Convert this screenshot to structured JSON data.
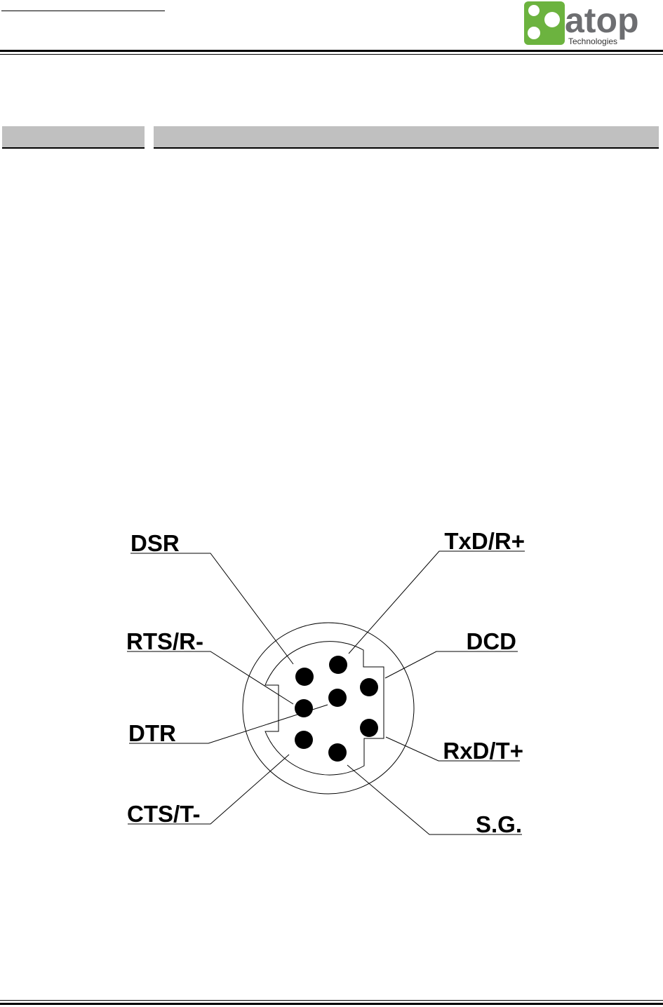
{
  "logo": {
    "word": "atop",
    "sub": "Technologies",
    "green": "#6cb33f",
    "gray": "#6d6e71"
  },
  "connector": {
    "labels": {
      "dsr": "DSR",
      "rts": "RTS/R-",
      "dtr": "DTR",
      "cts": "CTS/T-",
      "txd": "TxD/R+",
      "dcd": "DCD",
      "rxd": "RxD/T+",
      "sg": "S.G."
    }
  }
}
